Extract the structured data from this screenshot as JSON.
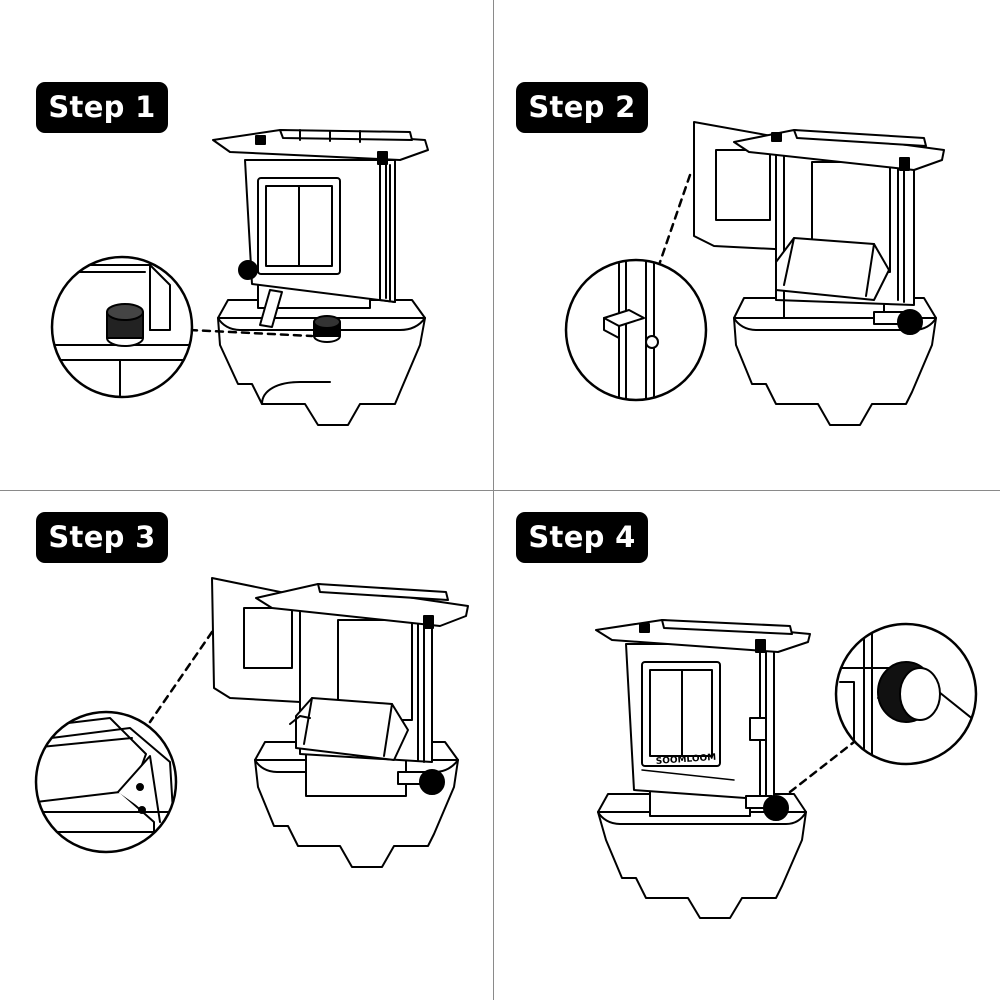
{
  "steps": [
    {
      "label": "Step 1"
    },
    {
      "label": "Step 2"
    },
    {
      "label": "Step 3"
    },
    {
      "label": "Step 4"
    }
  ],
  "device": {
    "brand": "SOOMLOOM"
  },
  "colors": {
    "ink": "#000000",
    "background": "#ffffff",
    "divider": "#8a8a8a"
  }
}
